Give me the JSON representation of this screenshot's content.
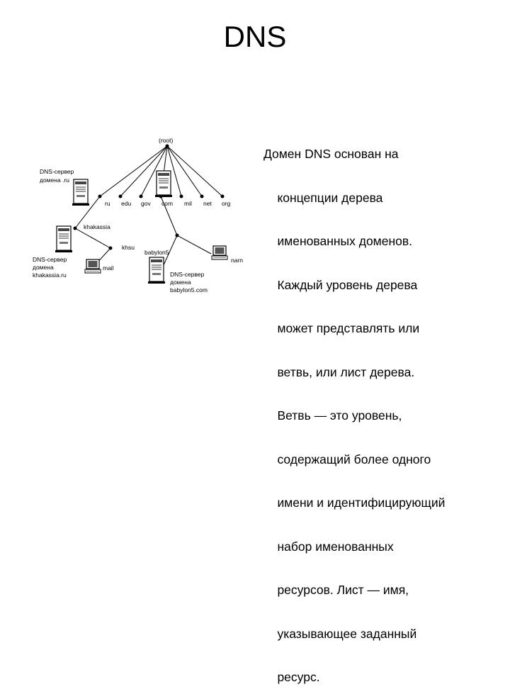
{
  "slide": {
    "title": "DNS",
    "body_lines": [
      "Домен DNS основан на",
      "    концепции дерева",
      "    именованных доменов.",
      "    Каждый уровень дерева",
      "    может представлять или",
      "    ветвь, или лист дерева.",
      "    Ветвь — это уровень,",
      "    содержащий более одного",
      "    имени и идентифицирующий",
      "    набор именованных",
      "    ресурсов. Лист — имя,",
      "    указывающее заданный",
      "    ресурс."
    ]
  },
  "diagram": {
    "root_label": "(root)",
    "top_level_domains": [
      "ru",
      "edu",
      "gov",
      "com",
      "mil",
      "net",
      "org"
    ],
    "nodes": {
      "khakassia": "khakassia",
      "khsu": "khsu",
      "mail": "mail",
      "babylon5": "babylon5",
      "narn": "narn"
    },
    "servers": {
      "ru_server": [
        "DNS-сервер",
        "домена .ru"
      ],
      "khakassia_server": [
        "DNS-сервер",
        "домена",
        "khakassia.ru"
      ],
      "babylon5_server": [
        "DNS-сервер",
        "домена",
        "babylon5.com"
      ]
    }
  }
}
